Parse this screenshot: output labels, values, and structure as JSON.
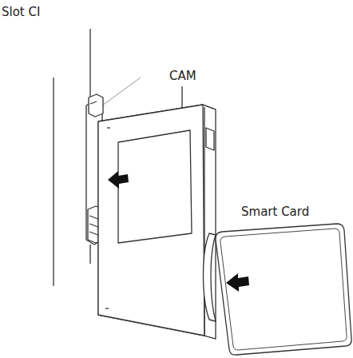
{
  "diagram": {
    "labels": [
      "Slot CI",
      "CAM",
      "Smart Card"
    ]
  }
}
